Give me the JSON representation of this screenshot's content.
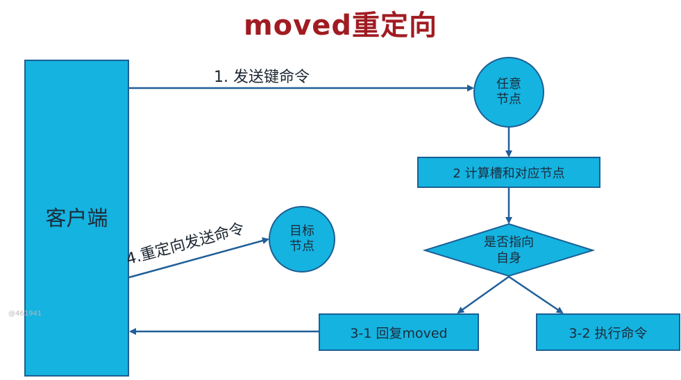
{
  "title": "moved重定向",
  "nodes": {
    "client": "客户端",
    "any_node_line1": "任意",
    "any_node_line2": "节点",
    "compute_box": "2 计算槽和对应节点",
    "decision_line1": "是否指向",
    "decision_line2": "自身",
    "reply_moved": "3-1 回复moved",
    "execute_command": "3-2 执行命令",
    "target_node_line1": "目标",
    "target_node_line2": "节点"
  },
  "edges": {
    "send_key_command": "1. 发送键命令",
    "redirect_send_command": "4.重定向发送命令"
  },
  "watermark": "@461941",
  "colors": {
    "fill": "#15b3e0",
    "stroke": "#1b5f94",
    "arrow": "#1f5e98",
    "title": "#a01c22"
  }
}
